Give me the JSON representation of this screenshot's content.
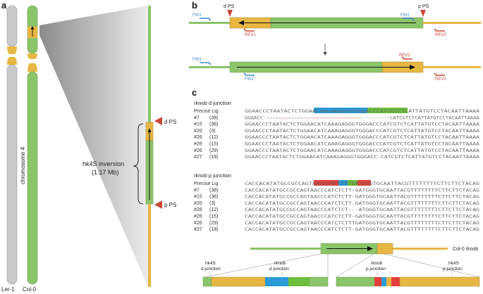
{
  "colors": {
    "green": "#8cc46a",
    "yellow": "#e7b744",
    "gray": "#c8c8c8",
    "blue": "#3f88c5",
    "red": "#c84a3a",
    "hl_blue": "#2a9bd8",
    "hl_green": "#6cbf3c",
    "hl_red": "#e2403a"
  },
  "panel_a": {
    "letter": "a",
    "chrom_label": "chromosome 4",
    "ler_label": "Ler-1",
    "col_label": "Col-0",
    "inversion_label": "hk4S inversion",
    "inversion_size": "(1.17 Mb)",
    "d_ps": "d PS",
    "p_ps": "p PS"
  },
  "panel_b": {
    "letter": "b",
    "d_ps": "d PS",
    "p_ps": "p PS",
    "fw1": "FW1",
    "fw2": "FW2",
    "rev1": "REV1",
    "rev2": "REV2"
  },
  "panel_c": {
    "letter": "c",
    "d_title": "rknob d junction",
    "p_title": "rknob p junction",
    "d_rows": [
      {
        "label": "Precise Lig .",
        "count": "",
        "seq": "GGAACCCTAATACTCTGGAACAAGAAAGGGTGGGACCCATCGTCTCATTATGTCCTACAATTAAAA"
      },
      {
        "label": "#7",
        "count": "(38)",
        "seq": "GGAACC-----------------------------------------CATCGTCTCATTATGTCCTACAATTAAAA"
      },
      {
        "label": "#15",
        "count": "(36)",
        "seq": "GGAACCCTAATACTCTGGAACATCAAAGAGGGTGGGACCCATCGTCTCATTATGTCCTACAATTAAAA"
      },
      {
        "label": "#20",
        "count": "(3)",
        "seq": "GGAACCCTAATACTCTGGAACATCAAAGAGGGTGGGACCCATCGTCTCATTATGTCCTACAATTAAAA"
      },
      {
        "label": "#26",
        "count": "(12)",
        "seq": "GGAACCCTAATACTCTGGAACATCAAAGAGGGTGGGACCCATCGTCTCATTATGTCCTACAATTAAAA"
      },
      {
        "label": "#26",
        "count": "(15)",
        "seq": "GGAACCCTAATACTCTGGAACATCAAAGAGGGTGGGACCCATCGTCTCATTATGTCCTACAATTAAAA"
      },
      {
        "label": "#26",
        "count": "(29)",
        "seq": "GGAACCCTAATACTCTGGAACATCAAAGAGGGTGGGACCCATCGTCTCATTATGTCCTACAATTAAAA"
      },
      {
        "label": "#27",
        "count": "(18)",
        "seq": "GGAACCCTAATACTCTGGAACATCAAAGAGGGTGGGACC-CATCGTCTCATTATGTCCTACAATTAAAA"
      }
    ],
    "p_rows": [
      {
        "label": "Precise Lig .",
        "count": "",
        "seq": "CACCACATATGCCGCCAGTAAGCCATCTTTGATGGGTGCAATTACGTTTTTTTTCTTCTTCTACAG"
      },
      {
        "label": "#7",
        "count": "(38)",
        "seq": "CACCACATATGCCGCCAGTAACCCATCTCTT-GATGGGTGCAATTACGTTTTTTTTCTTCTTCTACAG"
      },
      {
        "label": "#15",
        "count": "(36)",
        "seq": "CACCACATATGCCGCCAGTAACCCATCTCTT-GATGGGTGCAATTACGTTTTTTTTCTTCTTCTACAG"
      },
      {
        "label": "#20",
        "count": "(3)",
        "seq": "CACCACATATGCCGCCAGTAACCCATCTCTT-GATGGGTGCAATTACGTTTTTTTTCTTCTTCTACAG"
      },
      {
        "label": "#26",
        "count": "(12)",
        "seq": "CACCACATATGCCGCCAGTAACCCATCTCT---ATGGGTGCAATTACGTTTTTTTTCTTCTTCTACAG"
      },
      {
        "label": "#26",
        "count": "(15)",
        "seq": "CACCACATATGCCGCCAGTAACCCATCTCTT-GATGGGTGCAATTACGTTTTTTTTCTTCTTCTACAG"
      },
      {
        "label": "#26",
        "count": "(29)",
        "seq": "CACCACATATGCCGCCAGTAACCCATCTCTTTGATGGGTGCAATTACGTTTTTTTTCTTCTTCTACAG"
      },
      {
        "label": "#27",
        "count": "(18)",
        "seq": "CACCACATATGCCGCCAGTAACCCATCTCTT-GATGGGTGCAATTACGTTTTTTTTCTTCTTCTACAG"
      }
    ],
    "col_rknob": "Col-0 rknob",
    "hk4s_d": "hk4S",
    "hk4s_d2": "d junction",
    "rknob_d": "rknob",
    "rknob_d2": "d junction",
    "rknob_p": "rknob",
    "rknob_p2": "p junction",
    "hk4s_p": "hk4S",
    "hk4s_p2": "p junction"
  }
}
